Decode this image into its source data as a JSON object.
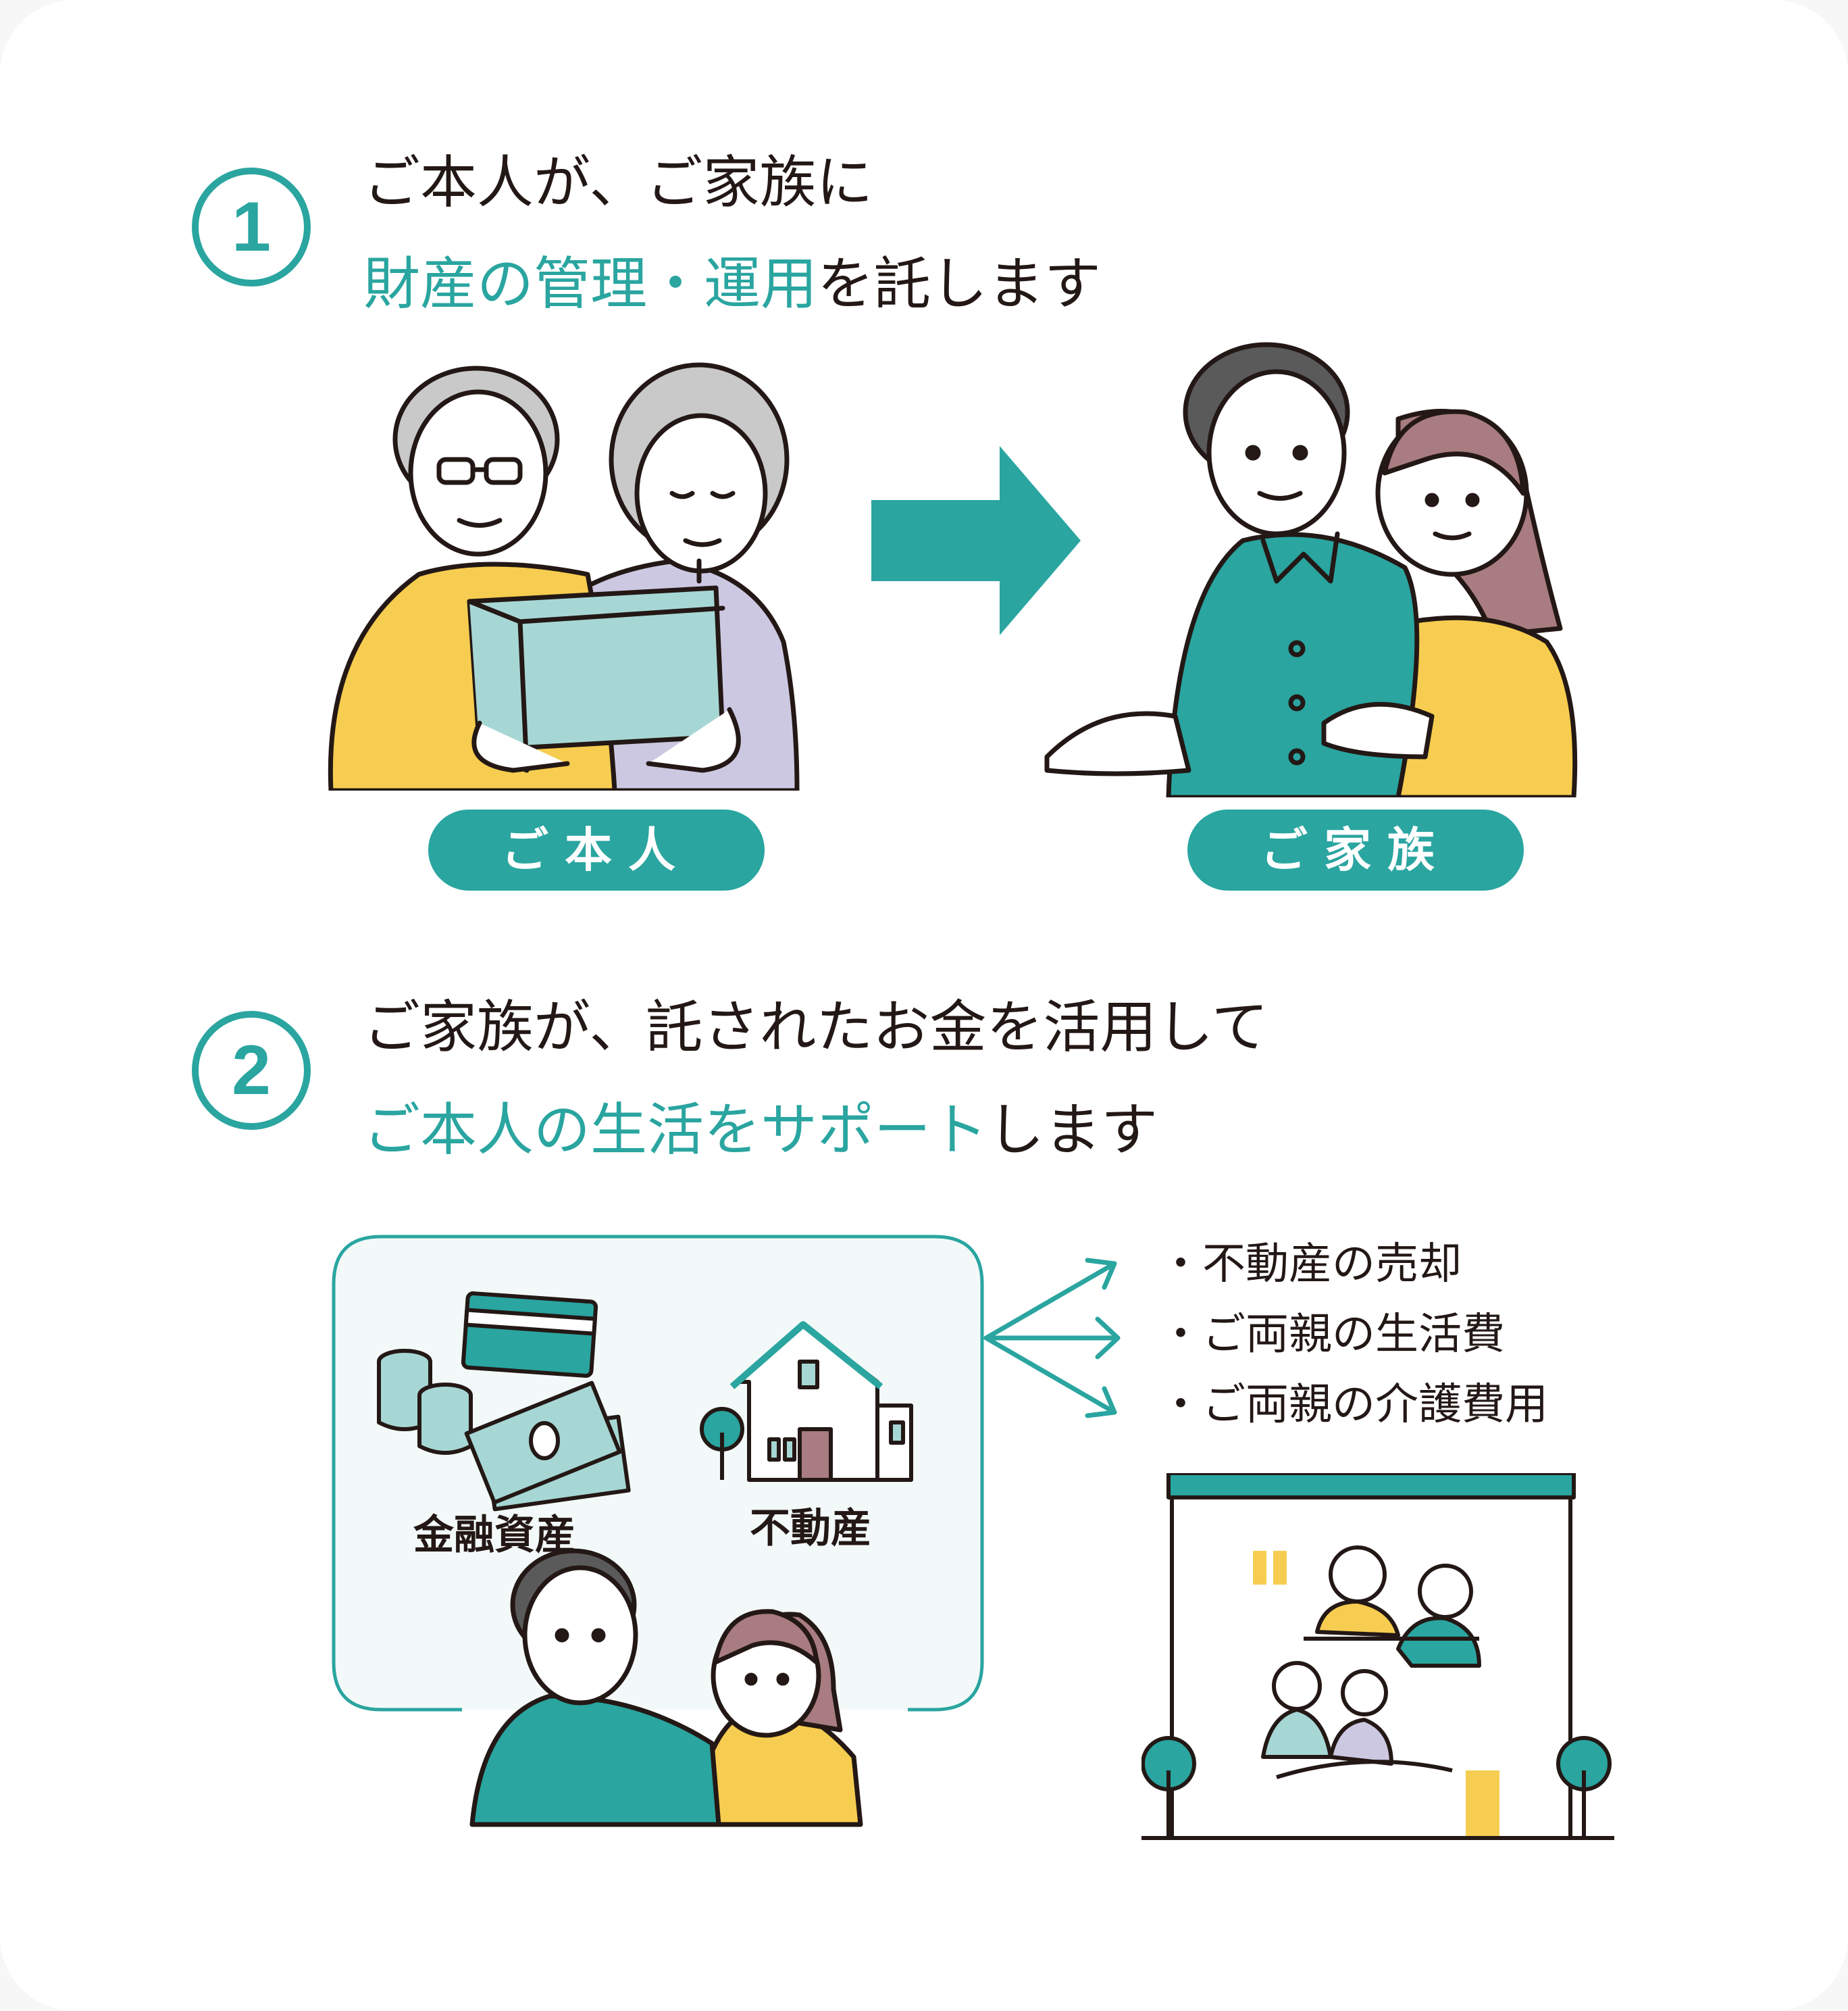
{
  "step1": {
    "number": "1",
    "line1": "ご本人が、ご家族に",
    "line2_highlight": "財産の管理・運用",
    "line2_rest": "を託します",
    "from_label": "ご本人",
    "to_label": "ご家族"
  },
  "step2": {
    "number": "2",
    "line1": "ご家族が、託されたお金を活用して",
    "line2_highlight": "ご本人の生活をサポート",
    "line2_rest": "します",
    "asset1_label": "金融資産",
    "asset2_label": "不動産",
    "uses": [
      "・不動産の売却",
      "・ご両親の生活費",
      "・ご両親の介護費用"
    ]
  },
  "colors": {
    "teal": "#2aa5a0",
    "yellow": "#f6cd50",
    "lavender": "#cdc8e2",
    "box": "#a7d7d5",
    "hair_gray": "#c9c9c9",
    "hair_dark": "#5a5a5a",
    "hair_mauve": "#a87c80",
    "skin": "#ffffff",
    "outline": "#231815",
    "panel_bg": "#f2f9f8"
  }
}
